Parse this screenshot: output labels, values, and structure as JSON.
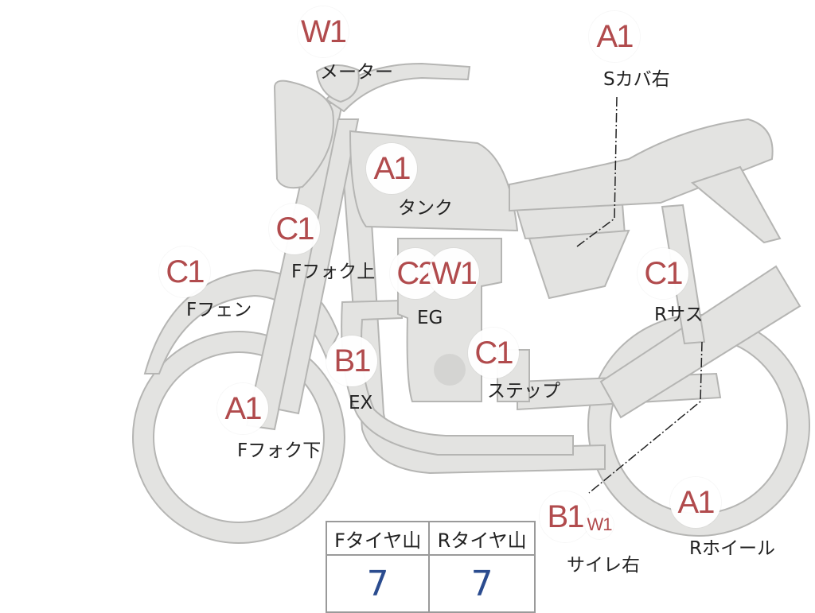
{
  "callouts": {
    "meter": {
      "grade": "W1",
      "label": "メーター"
    },
    "side_cover_right": {
      "grade": "A1",
      "label": "Sカバ右"
    },
    "tank": {
      "grade": "A1",
      "label": "タンク"
    },
    "fork_upper": {
      "grade": "C1",
      "label": "Fフォク上"
    },
    "front_fender": {
      "grade": "C1",
      "label": "Fフェン"
    },
    "engine": {
      "grades": [
        "C2",
        "W1"
      ],
      "label": "EG"
    },
    "rear_suspension": {
      "grade": "C1",
      "label": "Rサス"
    },
    "exhaust": {
      "grade": "B1",
      "label": "EX"
    },
    "step": {
      "grade": "C1",
      "label": "ステップ"
    },
    "fork_lower": {
      "grade": "A1",
      "label": "Fフォク下"
    },
    "silencer_right": {
      "grades": [
        "B1",
        "W1"
      ],
      "label": "サイレ右"
    },
    "rear_wheel": {
      "grade": "A1",
      "label": "Rホイール"
    }
  },
  "tyre_table": {
    "headers": [
      "Fタイヤ山",
      "Rタイヤ山"
    ],
    "values": [
      "7",
      "7"
    ]
  },
  "colors": {
    "body": "#e3e3e1",
    "outline": "#b5b5b3",
    "grade_text": "#b14b4d",
    "value_text": "#2b4c8f"
  }
}
